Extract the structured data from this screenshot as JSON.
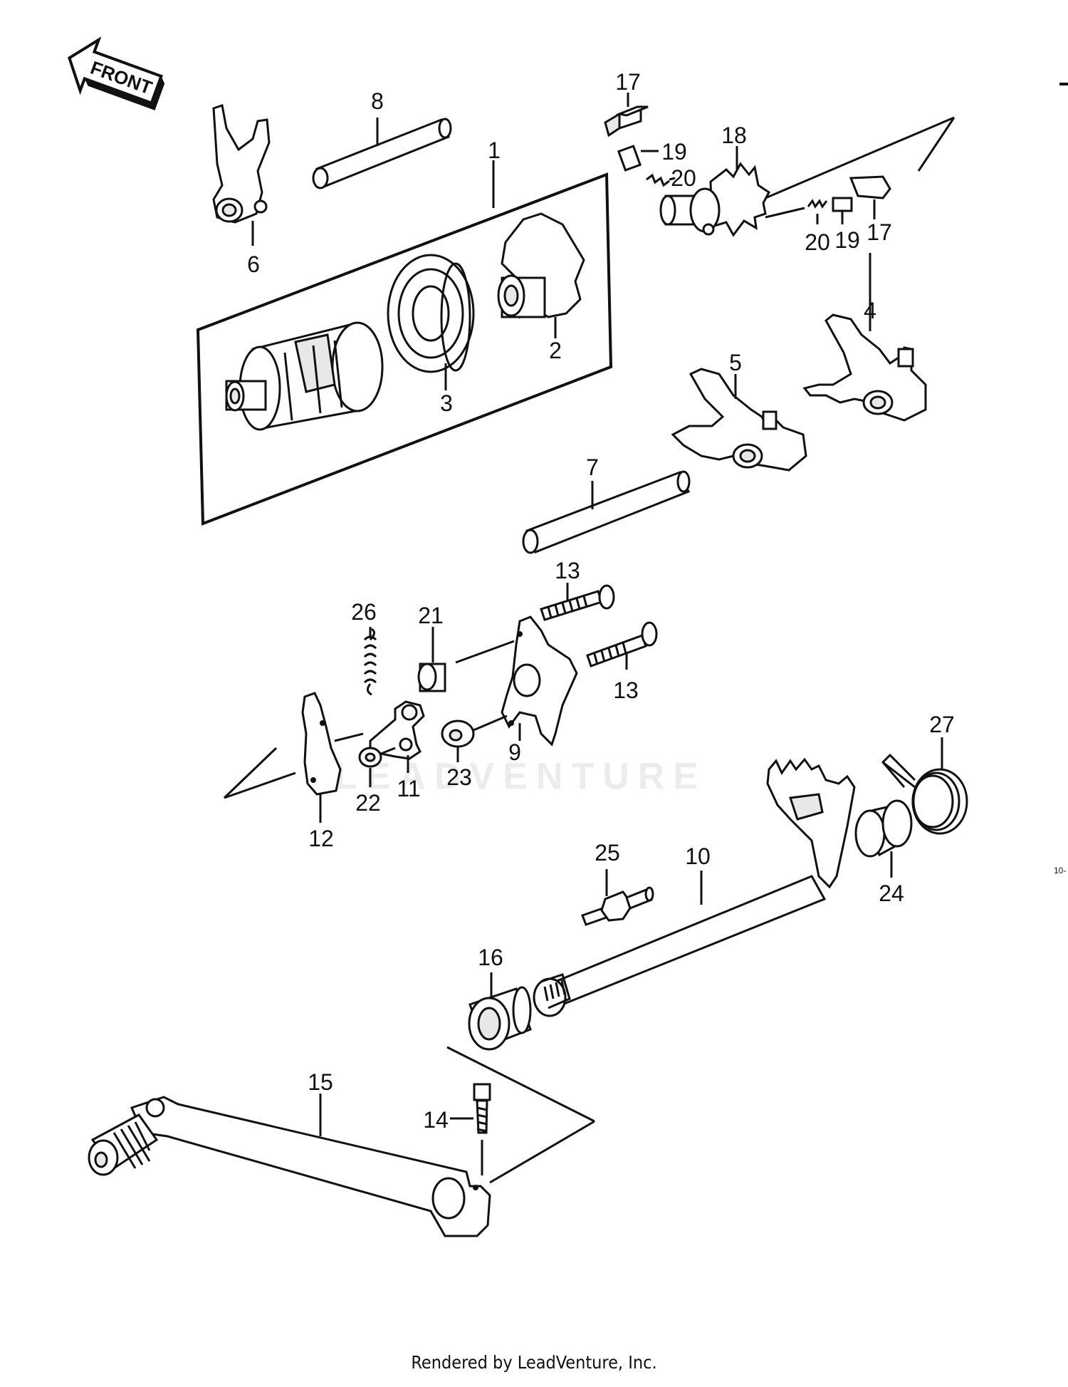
{
  "front_badge": "FRONT",
  "watermark": "LEADVENTURE",
  "side_code": "10-",
  "footer": "Rendered by LeadVenture, Inc.",
  "callouts": {
    "p1": "1",
    "p2": "2",
    "p3": "3",
    "p4": "4",
    "p5": "5",
    "p6": "6",
    "p7": "7",
    "p8": "8",
    "p9": "9",
    "p10": "10",
    "p11": "11",
    "p12": "12",
    "p13a": "13",
    "p13b": "13",
    "p14": "14",
    "p15": "15",
    "p16": "16",
    "p17a": "17",
    "p17b": "17",
    "p18": "18",
    "p19a": "19",
    "p19b": "19",
    "p20a": "20",
    "p20b": "20",
    "p21": "21",
    "p22": "22",
    "p23": "23",
    "p24": "24",
    "p25": "25",
    "p26": "26",
    "p27": "27"
  }
}
